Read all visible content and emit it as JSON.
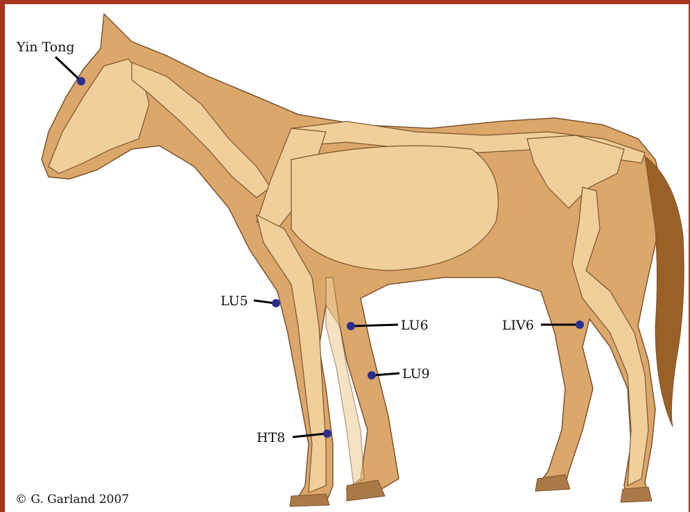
{
  "diagram": {
    "points": [
      {
        "id": "yin-tong",
        "label": "Yin Tong"
      },
      {
        "id": "lu5",
        "label": "LU5"
      },
      {
        "id": "lu6",
        "label": "LU6"
      },
      {
        "id": "lu9",
        "label": "LU9"
      },
      {
        "id": "liv6",
        "label": "LIV6"
      },
      {
        "id": "ht8",
        "label": "HT8"
      }
    ],
    "copyright": "© G. Garland 2007"
  },
  "colors": {
    "frame": "#a8351f",
    "body": "#dba76a",
    "bone": "#f0cf9a",
    "outline": "#7a5330",
    "tail": "#9a6126",
    "hoof": "#a97a45",
    "point": "#2b2f8f"
  }
}
